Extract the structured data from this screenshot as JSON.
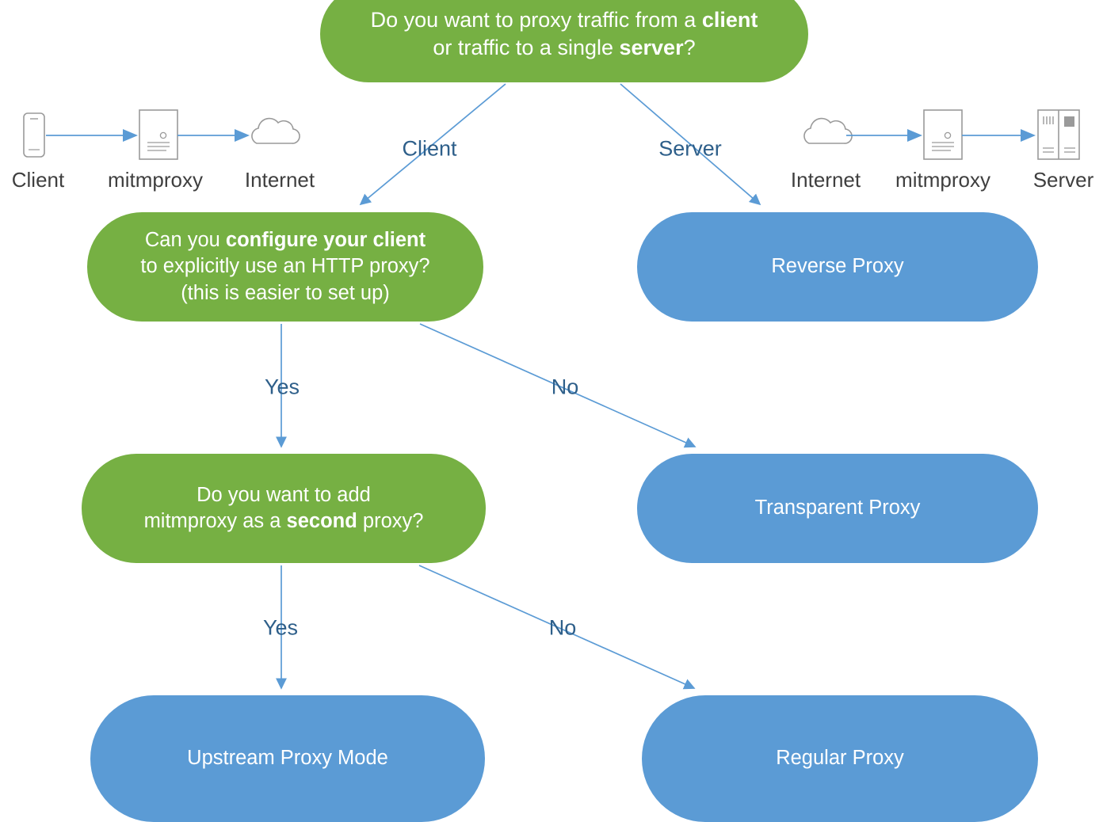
{
  "diagram": {
    "title": "mitmproxy mode selection flowchart",
    "colors": {
      "green": "#76b043",
      "blue": "#5b9bd5",
      "connector": "#5b9bd5",
      "edge_label_text": "#2e5f8a",
      "icon_caption_text": "#3f3f3f",
      "node_text": "#ffffff",
      "background": "#ffffff"
    },
    "nodes": {
      "root": {
        "type": "decision",
        "line1_a": "Do you want to proxy traffic from a ",
        "line1_b": "client",
        "line2_a": "or traffic to a single ",
        "line2_b": "server",
        "line2_c": "?"
      },
      "configure": {
        "type": "decision",
        "line1_a": "Can you ",
        "line1_b": "configure your client",
        "line2": "to explicitly use an HTTP proxy?",
        "line3": "(this is easier to set up)"
      },
      "second": {
        "type": "decision",
        "line1": "Do you want to add",
        "line2_a": "mitmproxy as a ",
        "line2_b": "second",
        "line2_c": " proxy?"
      },
      "reverse": {
        "type": "result",
        "label": "Reverse Proxy"
      },
      "transparent": {
        "type": "result",
        "label": "Transparent Proxy"
      },
      "upstream": {
        "type": "result",
        "label": "Upstream Proxy Mode"
      },
      "regular": {
        "type": "result",
        "label": "Regular Proxy"
      }
    },
    "edge_labels": {
      "client": "Client",
      "server": "Server",
      "yes_1": "Yes",
      "no_1": "No",
      "yes_2": "Yes",
      "no_2": "No"
    },
    "icon_groups": {
      "left": {
        "captions": [
          "Client",
          "mitmproxy",
          "Internet"
        ],
        "icons": [
          "phone-icon",
          "document-icon",
          "cloud-icon"
        ],
        "arrows": 2
      },
      "right": {
        "captions": [
          "Internet",
          "mitmproxy",
          "Server"
        ],
        "icons": [
          "cloud-icon",
          "document-icon",
          "server-rack-icon"
        ],
        "arrows": 2
      }
    }
  }
}
